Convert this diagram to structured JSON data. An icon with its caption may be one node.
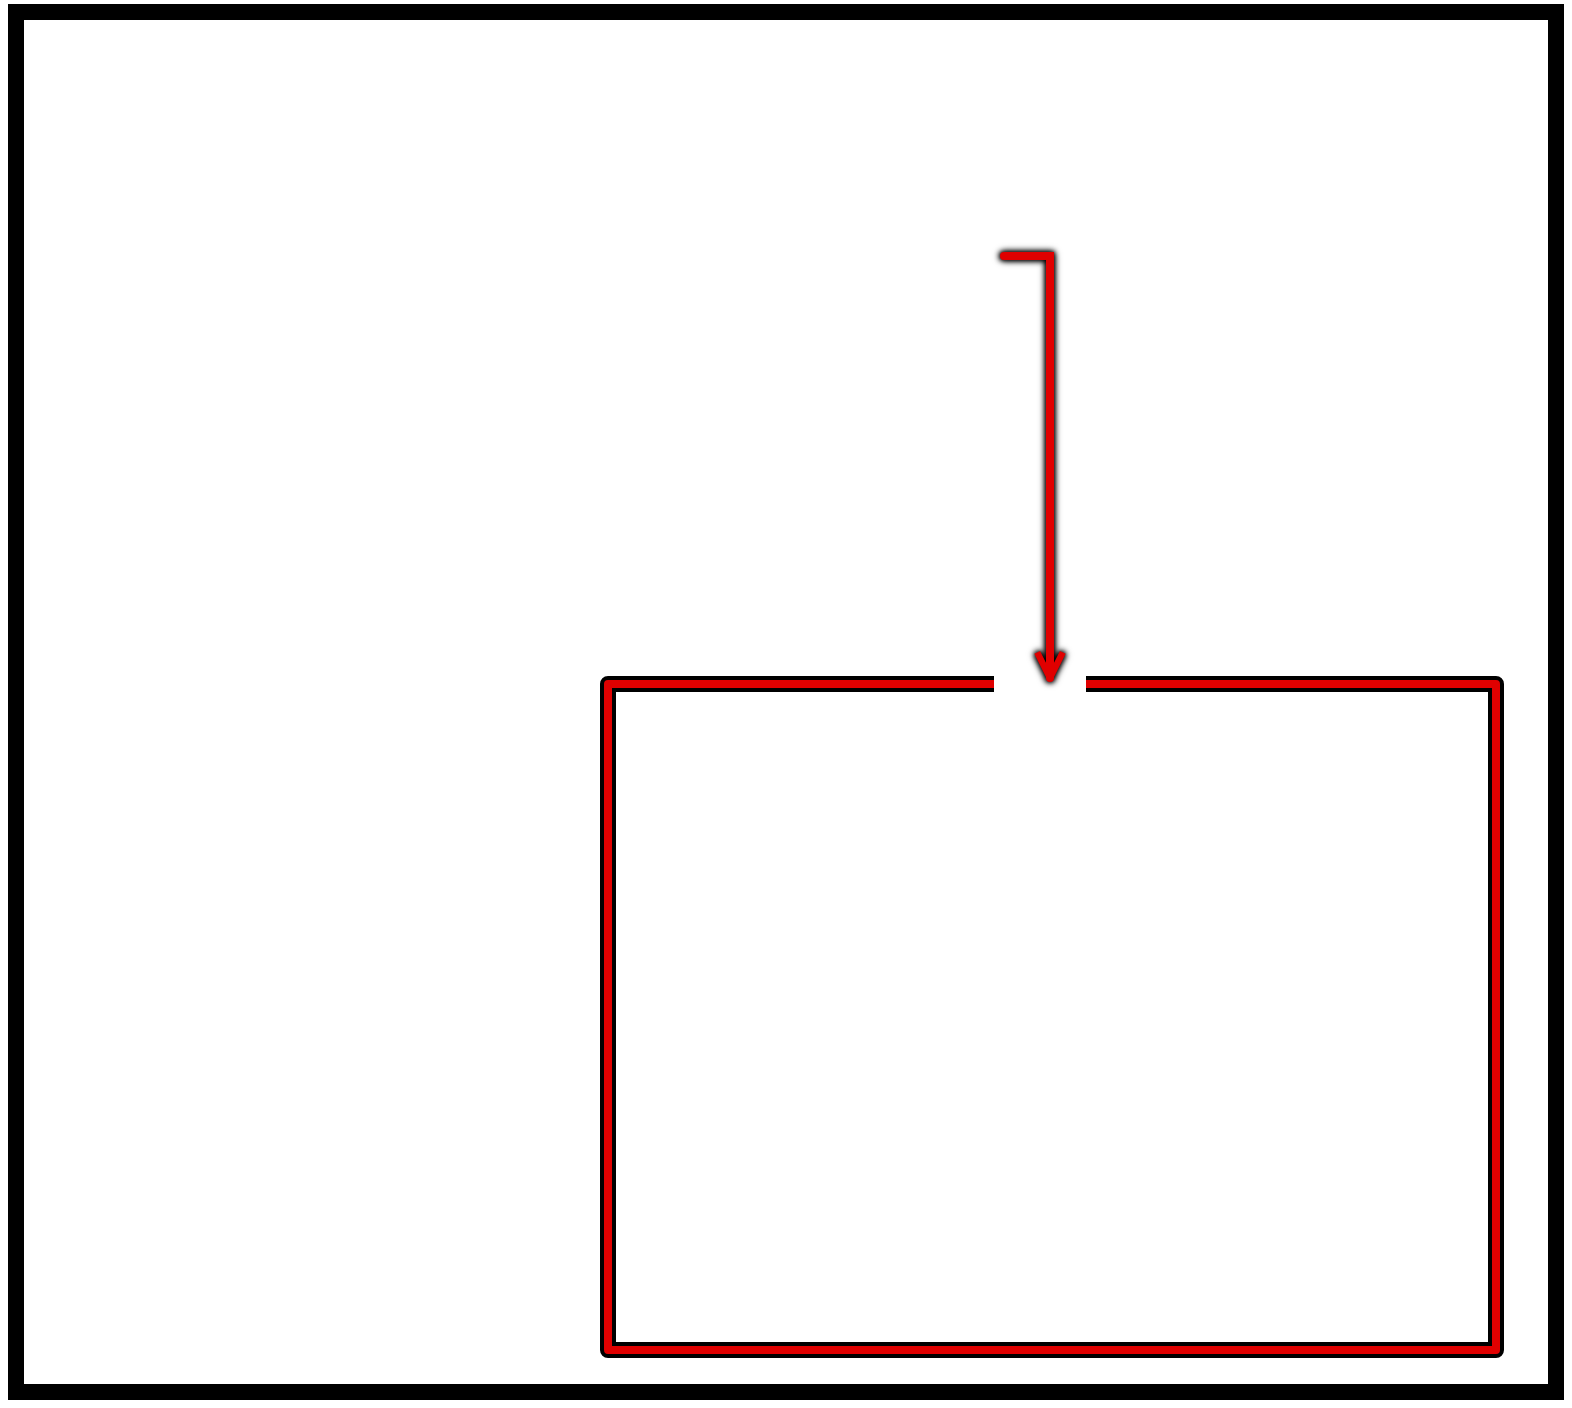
{
  "diagram": {
    "nodes": [
      {
        "text": [],
        "shape": "box"
      },
      {
        "text": [],
        "shape": "box",
        "in": 0
      }
    ],
    "edges": [
      {
        "from": null,
        "to": 1,
        "arrow": "to"
      }
    ]
  }
}
